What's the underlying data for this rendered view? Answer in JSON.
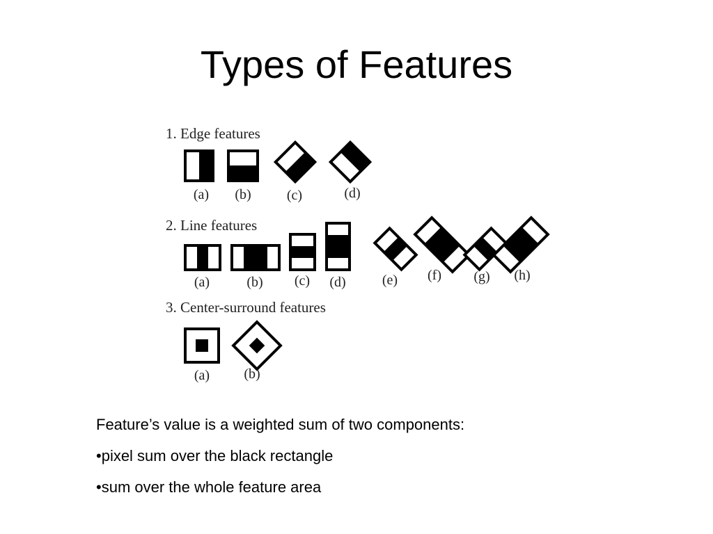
{
  "slide": {
    "title": "Types of Features",
    "description": "Feature’s value is a weighted sum of two components:",
    "bullets": [
      "•pixel sum over the black rectangle",
      "•sum over the whole feature area"
    ]
  },
  "figure": {
    "groups": [
      {
        "heading": "1. Edge features",
        "labels": [
          "(a)",
          "(b)",
          "(c)",
          "(d)"
        ]
      },
      {
        "heading": "2. Line features",
        "labels": [
          "(a)",
          "(b)",
          "(c)",
          "(d)",
          "(e)",
          "(f)",
          "(g)",
          "(h)"
        ]
      },
      {
        "heading": "3. Center-surround features",
        "labels": [
          "(a)",
          "(b)"
        ]
      }
    ]
  }
}
